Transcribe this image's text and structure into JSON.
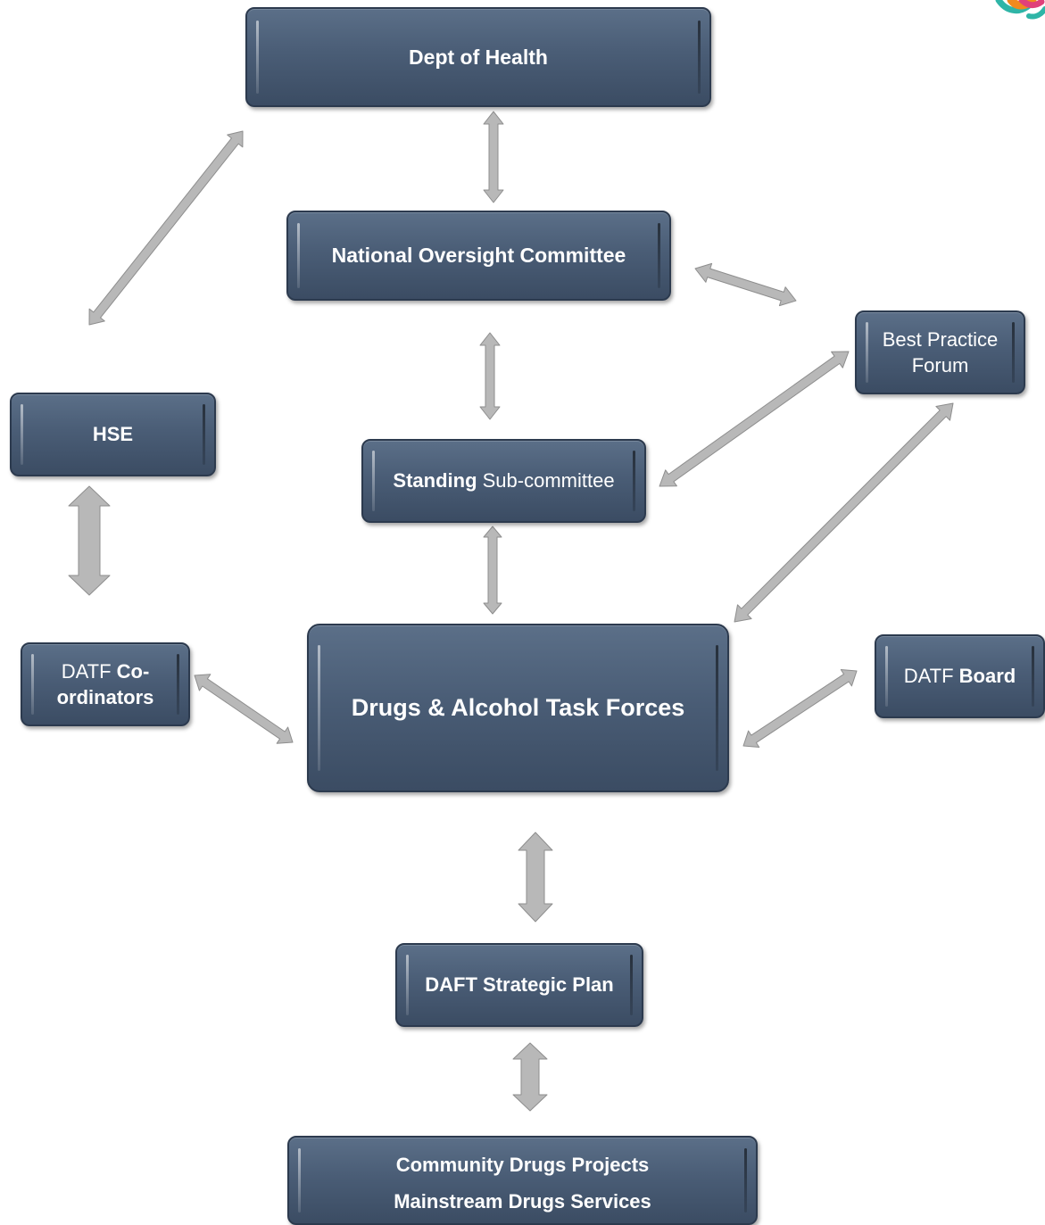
{
  "nodes": {
    "dept_of_health": {
      "label": "Dept of Health"
    },
    "national_oversight": {
      "label": "National Oversight Committee"
    },
    "best_practice": {
      "line1": "Best Practice",
      "line2": "Forum"
    },
    "hse": {
      "label": "HSE"
    },
    "standing_subcommittee": {
      "bold_part": "Standing",
      "normal_part": " Sub-committee"
    },
    "datf_coordinators": {
      "line1_normal": "DATF ",
      "line1_bold": "Co-",
      "line2_bold": "ordinators"
    },
    "task_forces": {
      "label": "Drugs & Alcohol Task Forces"
    },
    "datf_board": {
      "normal_part": "DATF ",
      "bold_part": "Board"
    },
    "strategic_plan": {
      "label": "DAFT Strategic Plan"
    },
    "community": {
      "line1": "Community Drugs Projects",
      "line2": "Mainstream Drugs Services"
    }
  },
  "colors": {
    "box_fill": "#4a5d76",
    "box_border": "#2c3a4e",
    "arrow_fill": "#b8b8b8",
    "arrow_stroke": "#8e8e8e",
    "text": "#ffffff",
    "logo_teal": "#2fb5a7",
    "logo_orange": "#f08a1e",
    "logo_pink": "#e0407a",
    "logo_yellow": "#f6c343"
  },
  "links": [
    {
      "from": "dept_of_health",
      "to": "national_oversight",
      "style": "thin"
    },
    {
      "from": "dept_of_health",
      "to": "hse",
      "style": "thin"
    },
    {
      "from": "national_oversight",
      "to": "best_practice",
      "style": "thin"
    },
    {
      "from": "national_oversight",
      "to": "standing_subcommittee",
      "style": "thin"
    },
    {
      "from": "best_practice",
      "to": "standing_subcommittee",
      "style": "thin"
    },
    {
      "from": "best_practice",
      "to": "task_forces",
      "style": "thin"
    },
    {
      "from": "hse",
      "to": "datf_coordinators",
      "style": "thick"
    },
    {
      "from": "standing_subcommittee",
      "to": "task_forces",
      "style": "thin"
    },
    {
      "from": "datf_coordinators",
      "to": "task_forces",
      "style": "thin"
    },
    {
      "from": "datf_board",
      "to": "task_forces",
      "style": "thin"
    },
    {
      "from": "task_forces",
      "to": "strategic_plan",
      "style": "thick"
    },
    {
      "from": "strategic_plan",
      "to": "community",
      "style": "thick"
    }
  ]
}
